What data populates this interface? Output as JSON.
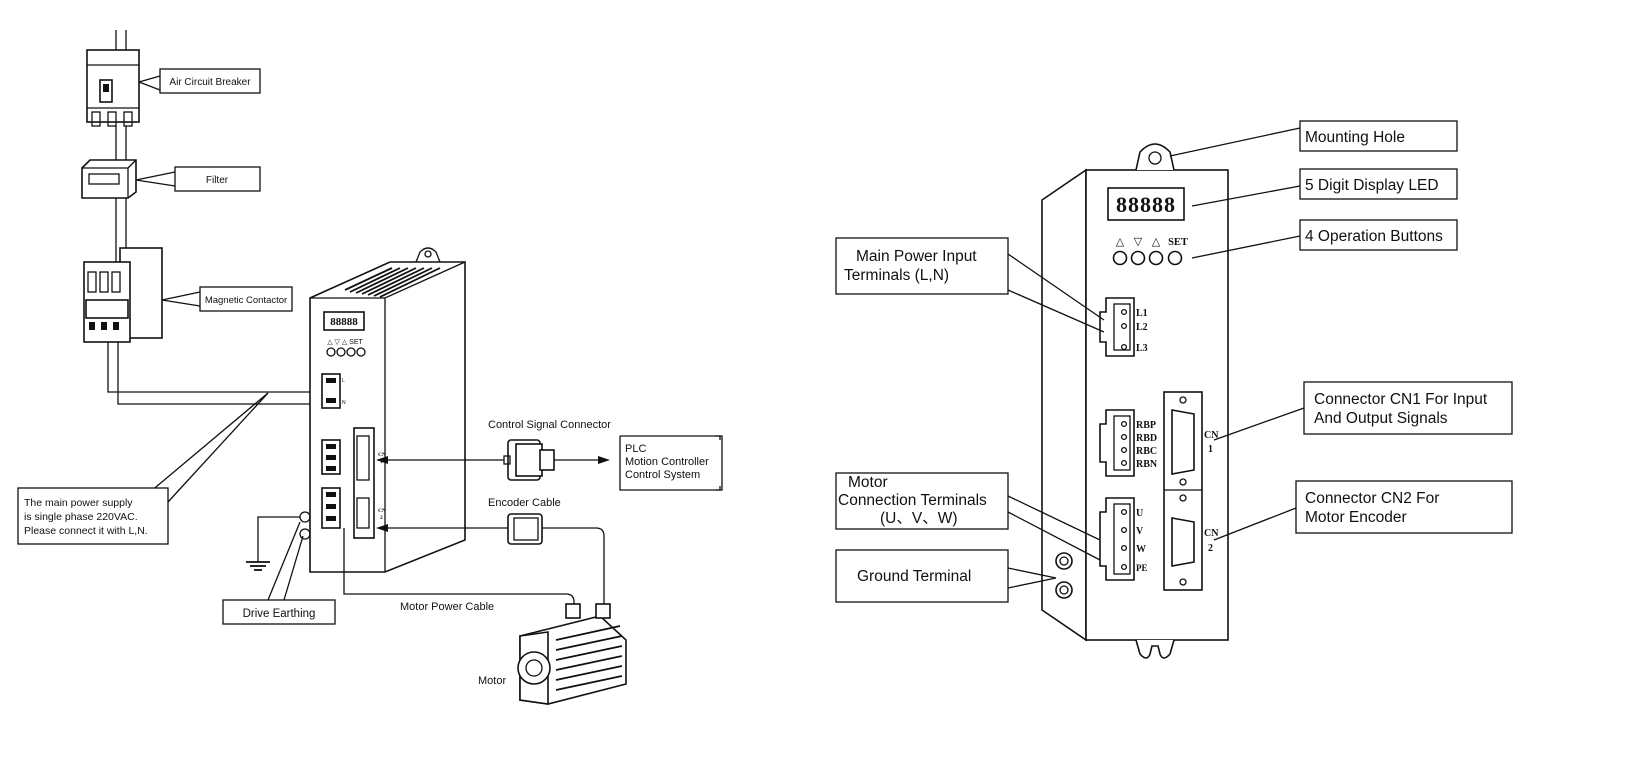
{
  "left": {
    "air_circuit_breaker": "Air Circuit Breaker",
    "filter": "Filter",
    "magnetic_contactor": "Magnetic Contactor",
    "power_note": [
      "The  main  power  supply",
      "is  single  phase  220VAC.",
      "Please  connect  it  with  L,N."
    ],
    "drive_earthing": "Drive Earthing",
    "control_signal_connector": "Control Signal Connector",
    "control_systems": [
      "PLC",
      "Motion Controller",
      "Control System"
    ],
    "encoder_cable": "Encoder Cable",
    "motor_power_cable": "Motor Power Cable",
    "motor": "Motor",
    "drive_buttons": "△ ▽ △ SET",
    "drive_terminal_marks": [
      "L",
      "N"
    ],
    "drive_cn1": [
      "CN",
      "1"
    ],
    "drive_cn2": [
      "CN",
      "2"
    ]
  },
  "right": {
    "mounting_hole": "Mounting Hole",
    "display_led": "5 Digit Display LED",
    "operation_buttons": "4 Operation Buttons",
    "main_power_input": [
      "Main Power Input",
      "Terminals (L,N)"
    ],
    "cn1_connector": [
      "Connector CN1 For Input",
      "And Output Signals"
    ],
    "cn2_connector": [
      "Connector CN2 For",
      "Motor Encoder"
    ],
    "motor_terminals": [
      "Motor",
      "Connection Terminals",
      "(U、V、W)"
    ],
    "ground_terminal": "Ground Terminal",
    "button_symbols": [
      "△",
      "▽",
      "△",
      "SET"
    ],
    "power_terms": [
      "L1",
      "L2",
      "L3"
    ],
    "brake_terms": [
      "RBP",
      "RBD",
      "RBC",
      "RBN"
    ],
    "motor_terms": [
      "U",
      "V",
      "W",
      "PE"
    ],
    "cn1_label": [
      "CN",
      "1"
    ],
    "cn2_label": [
      "CN",
      "2"
    ]
  }
}
